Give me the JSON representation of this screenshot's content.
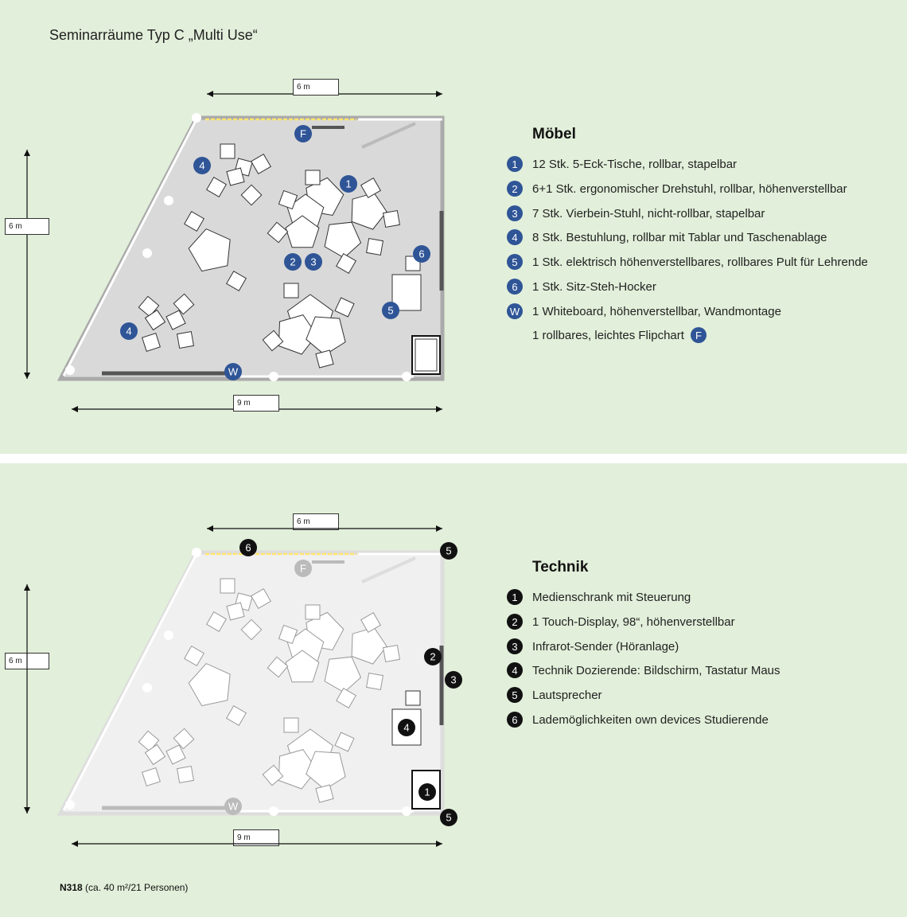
{
  "title": "Seminarräume Typ C „Multi Use“",
  "dimensions": {
    "top": "6 m",
    "side": "6 m",
    "bottom": "9 m"
  },
  "furniture": {
    "heading": "Möbel",
    "items": [
      {
        "marker": "1",
        "text": "12 Stk. 5-Eck-Tische, rollbar, stapelbar"
      },
      {
        "marker": "2",
        "text": "6+1 Stk. ergonomischer Drehstuhl, rollbar, höhenverstellbar"
      },
      {
        "marker": "3",
        "text": "7 Stk. Vierbein-Stuhl, nicht-rollbar, stapelbar"
      },
      {
        "marker": "4",
        "text": "8 Stk. Bestuhlung, rollbar mit Tablar und Taschenablage"
      },
      {
        "marker": "5",
        "text": "1 Stk. elektrisch höhenverstellbares, rollbares Pult für Lehrende"
      },
      {
        "marker": "6",
        "text": "1 Stk. Sitz-Steh-Hocker"
      },
      {
        "marker": "W",
        "text": "1 Whiteboard, höhenverstellbar, Wandmontage"
      }
    ],
    "flipchart": {
      "text": "1 rollbares, leichtes Flipchart",
      "marker": "F"
    }
  },
  "technik": {
    "heading": "Technik",
    "items": [
      {
        "marker": "1",
        "text": "Medienschrank mit Steuerung"
      },
      {
        "marker": "2",
        "text": "1 Touch-Display, 98“, höhenverstellbar"
      },
      {
        "marker": "3",
        "text": "Infrarot-Sender (Höranlage)"
      },
      {
        "marker": "4",
        "text": "Technik Dozierende: Bildschirm, Tastatur Maus"
      },
      {
        "marker": "5",
        "text": "Lautsprecher"
      },
      {
        "marker": "6",
        "text": "Lademöglichkeiten own devices Studierende"
      }
    ]
  },
  "footer": {
    "room": "N318",
    "info": "(ca. 40 m²/21 Personen)"
  },
  "colors": {
    "panel_bg": "#e2efda",
    "floor_top": "#d9d9d9",
    "floor_bottom": "#f0f0f0",
    "furniture_marker": "#2f5597",
    "technik_marker": "#111111",
    "window_strip": "#ffe66d"
  },
  "icons": {
    "furniture_badge": "blue-circle-marker",
    "technik_badge": "black-circle-marker"
  }
}
